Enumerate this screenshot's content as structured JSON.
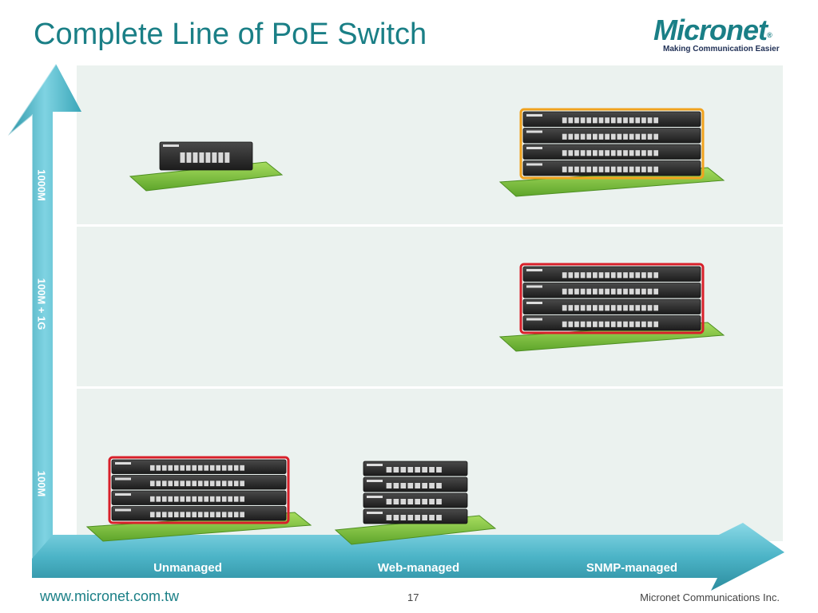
{
  "slide": {
    "title": "Complete Line of PoE Switch",
    "page_number": "17",
    "footer_url": "www.micronet.com.tw",
    "footer_company": "Micronet Communications Inc."
  },
  "logo": {
    "word": "Micronet",
    "registered": "®",
    "tagline": "Making Communication Easier"
  },
  "colors": {
    "teal": "#1a7f86",
    "arrow": "#5bbfd2",
    "platform": "#7dc142",
    "highlight_red": "#d8202a",
    "highlight_orange": "#f0a21e"
  },
  "y_axis": {
    "levels": [
      "1000M",
      "100M + 1G",
      "100M"
    ]
  },
  "x_axis": {
    "levels": [
      "Unmanaged",
      "Web-managed",
      "SNMP-managed"
    ]
  },
  "products": [
    {
      "management": "Unmanaged",
      "speed": "1000M",
      "units": 1,
      "highlight": "none"
    },
    {
      "management": "SNMP-managed",
      "speed": "1000M",
      "units": 4,
      "highlight": "orange"
    },
    {
      "management": "SNMP-managed",
      "speed": "100M + 1G",
      "units": 4,
      "highlight": "red"
    },
    {
      "management": "Unmanaged",
      "speed": "100M",
      "units": 4,
      "highlight": "red"
    },
    {
      "management": "Web-managed",
      "speed": "100M",
      "units": 4,
      "highlight": "none"
    }
  ],
  "icons": [
    "logo-mark",
    "up-arrow-icon",
    "right-arrow-icon",
    "switch-stack-icon",
    "platform-icon"
  ]
}
